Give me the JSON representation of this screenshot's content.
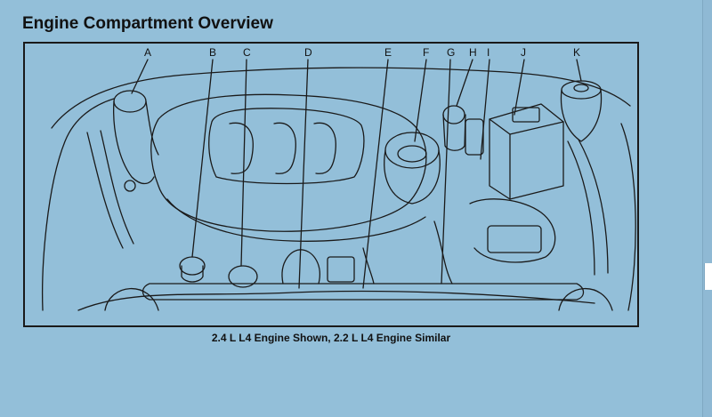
{
  "page": {
    "title": "Engine Compartment Overview",
    "caption": "2.4 L L4 Engine Shown, 2.2 L L4 Engine Similar"
  },
  "figure": {
    "callouts": [
      "A",
      "B",
      "C",
      "D",
      "E",
      "F",
      "G",
      "H",
      "I",
      "J",
      "K"
    ]
  },
  "colors": {
    "background": "#93bfd9",
    "line": "#1a1a1a"
  }
}
